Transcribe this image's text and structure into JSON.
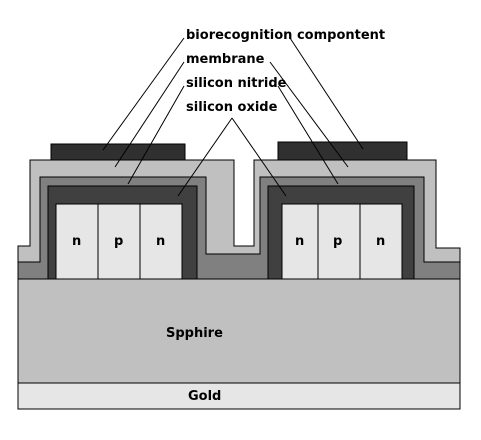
{
  "labels": {
    "biorecognition": "biorecognition compontent",
    "membrane": "membrane",
    "nitride": "silicon nitride",
    "oxide": "silicon oxide"
  },
  "devices": [
    {
      "regions": [
        "n",
        "p",
        "n"
      ]
    },
    {
      "regions": [
        "n",
        "p",
        "n"
      ]
    }
  ],
  "layers": {
    "substrate": "Spphire",
    "base": "Gold"
  },
  "colors": {
    "membrane": "#c0c0c0",
    "nitride": "#808080",
    "oxide": "#404040",
    "doping": "#e6e6e6",
    "biorecognition": "#303030",
    "substrate": "#c0c0c0",
    "base": "#e6e6e6"
  }
}
